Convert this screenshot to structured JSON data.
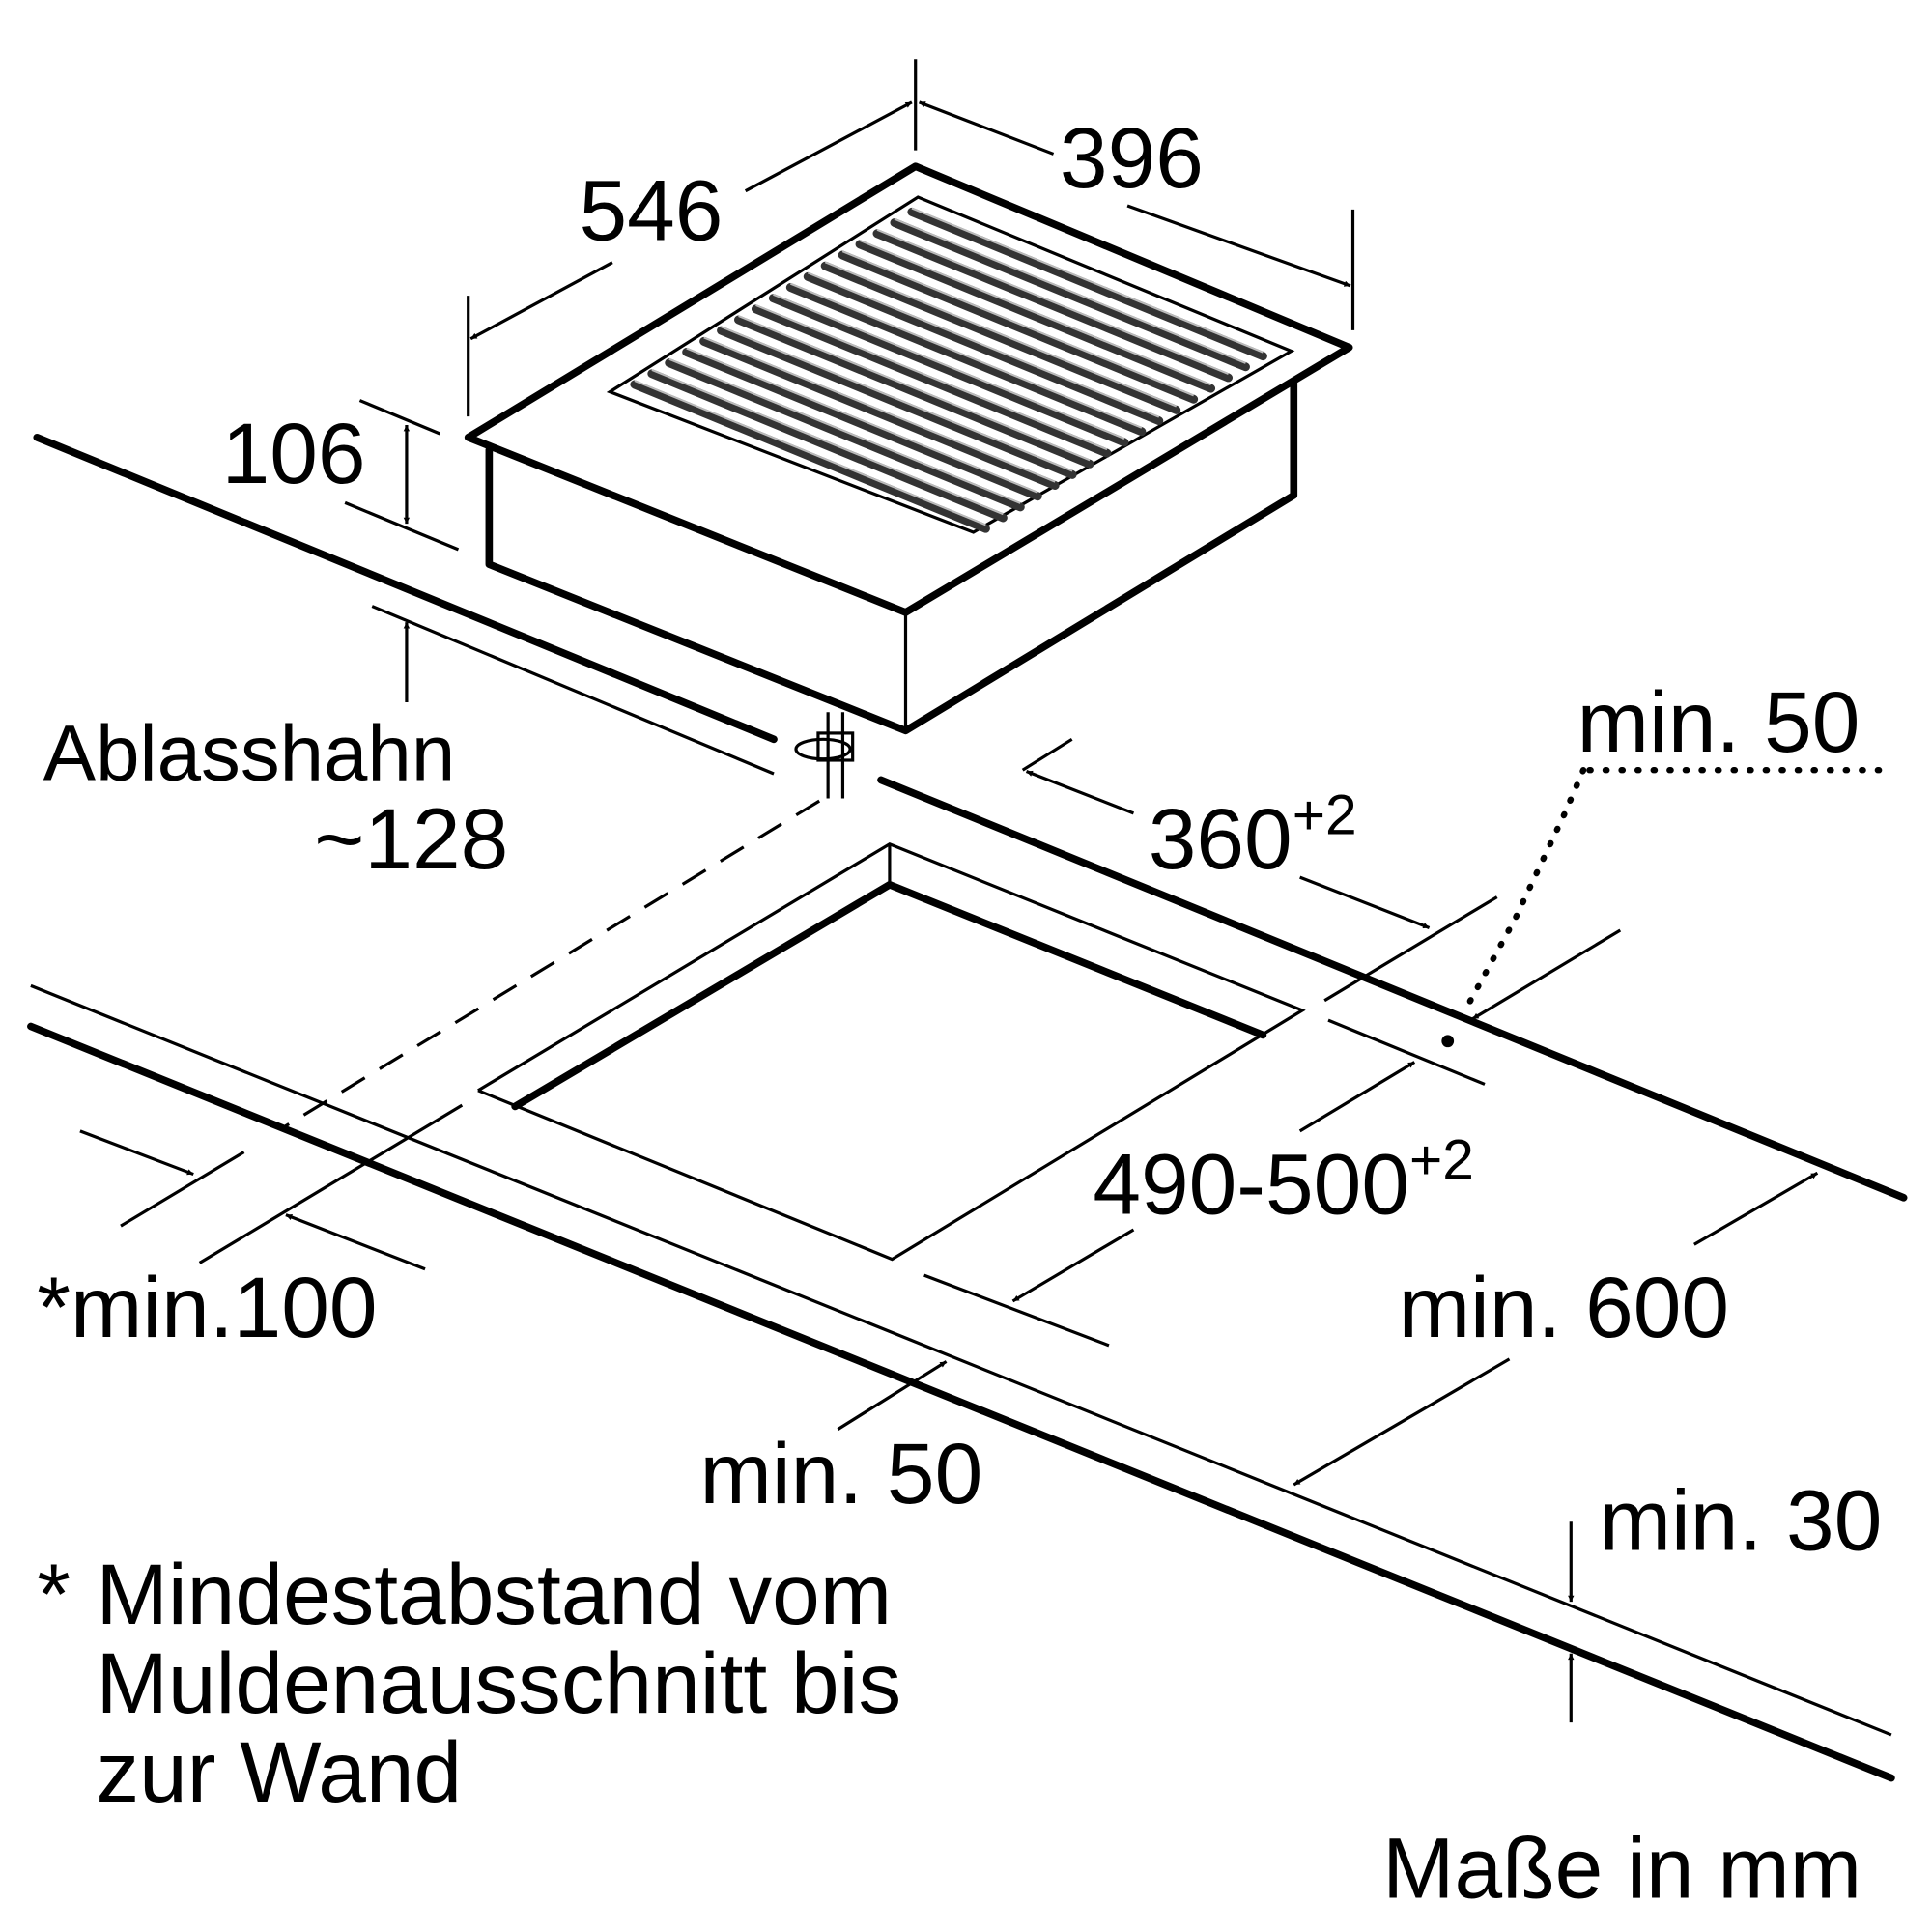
{
  "labels": {
    "width_546": "546",
    "depth_396": "396",
    "height_106": "106",
    "drain_tap": "Ablasshahn",
    "drain_tap_value": "~128",
    "min_50_right": "min. 50",
    "cutout_360": "360",
    "cutout_360_tol": "+2",
    "cutout_490_500": "490-500",
    "cutout_490_500_tol": "+2",
    "min_600": "min. 600",
    "min_100_wall": "*min.100",
    "min_50_front": "min. 50",
    "min_30": "min. 30"
  },
  "footnote": {
    "marker": "*",
    "lines": [
      "Mindestabstand vom",
      "Muldenausschnitt bis",
      "zur Wand"
    ]
  },
  "units_note": "Maße in mm"
}
